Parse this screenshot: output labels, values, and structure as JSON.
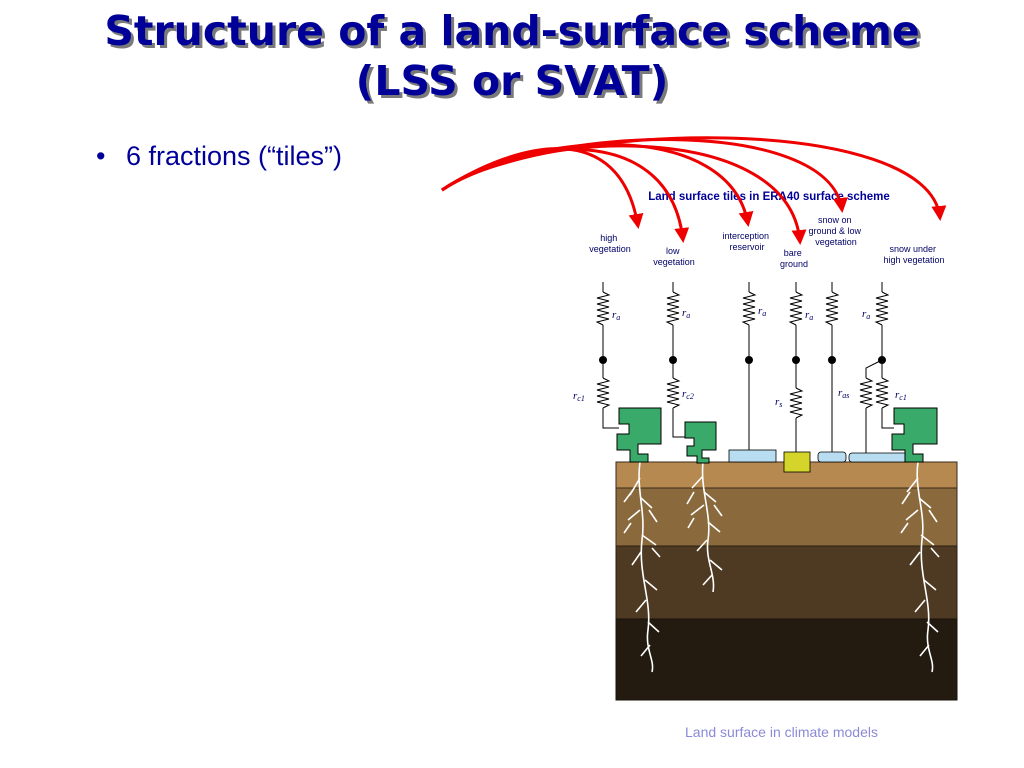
{
  "slide": {
    "title_line1": "Structure of a land-surface scheme",
    "title_line2": "(LSS or SVAT)",
    "bullets": [
      {
        "symbol": "•",
        "text": "6 fractions (“tiles”)"
      }
    ],
    "footer": "Land surface in climate models"
  },
  "diagram": {
    "title": "Land surface tiles in ERA40 surface scheme",
    "tiles": [
      {
        "lines": [
          "high",
          "vegetation"
        ]
      },
      {
        "lines": [
          "low",
          "vegetation"
        ]
      },
      {
        "lines": [
          "interception",
          "reservoir"
        ]
      },
      {
        "lines": [
          "bare",
          "ground"
        ]
      },
      {
        "lines": [
          "snow on",
          "ground & low",
          "vegetation"
        ]
      },
      {
        "lines": [
          "snow under",
          "high vegetation"
        ]
      }
    ],
    "resistances": {
      "r_a": {
        "main": "r",
        "sub": "a"
      },
      "r_c1": {
        "main": "r",
        "sub": "c1"
      },
      "r_c2": {
        "main": "r",
        "sub": "c2"
      },
      "r_s": {
        "main": "r",
        "sub": "s"
      },
      "r_as": {
        "main": "r",
        "sub": "as"
      }
    }
  },
  "colors": {
    "title": "#000099",
    "arrow": "#ee0000",
    "vegetation": "#3aaa6a",
    "water": "#b8dcf0",
    "bare_soil": "#d4d42a",
    "soil_top": "#b5894f",
    "soil_layer1": "#8a6a3c",
    "soil_layer2": "#4e3a22",
    "soil_layer3": "#231a10"
  }
}
